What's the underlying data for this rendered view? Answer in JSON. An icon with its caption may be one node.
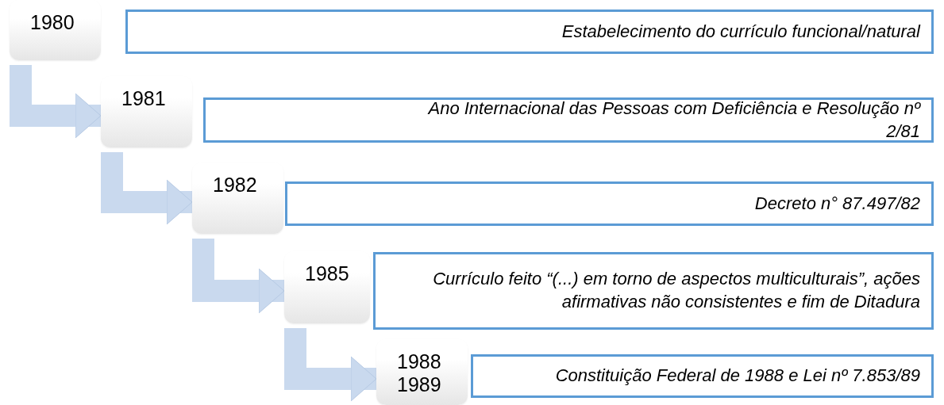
{
  "diagram": {
    "nodes": [
      {
        "text": [
          "1980"
        ]
      },
      {
        "text": [
          "Estabelecimento do currículo funcional/natural"
        ]
      },
      {
        "text": [
          "1981"
        ]
      },
      {
        "text": [
          "Ano Internacional das Pessoas com Deficiência e Resolução nº 2/81"
        ]
      },
      {
        "text": [
          "1982"
        ]
      },
      {
        "text": [
          "Decreto n° 87.497/82"
        ]
      },
      {
        "text": [
          "1985"
        ]
      },
      {
        "text": [
          "Currículo feito “(...) em torno de aspectos multiculturais”, ações afirmativas não consistentes e fim de Ditadura"
        ]
      },
      {
        "text": [
          "1988 1989"
        ]
      },
      {
        "text": [
          "Constituição Federal de 1988 e Lei nº 7.853/89"
        ]
      }
    ],
    "edges": [
      {
        "from": 0,
        "to": 2,
        "arrow": "to"
      },
      {
        "from": 2,
        "to": 4,
        "arrow": "to"
      },
      {
        "from": 4,
        "to": 6,
        "arrow": "to"
      },
      {
        "from": 6,
        "to": 8,
        "arrow": "to"
      }
    ]
  }
}
